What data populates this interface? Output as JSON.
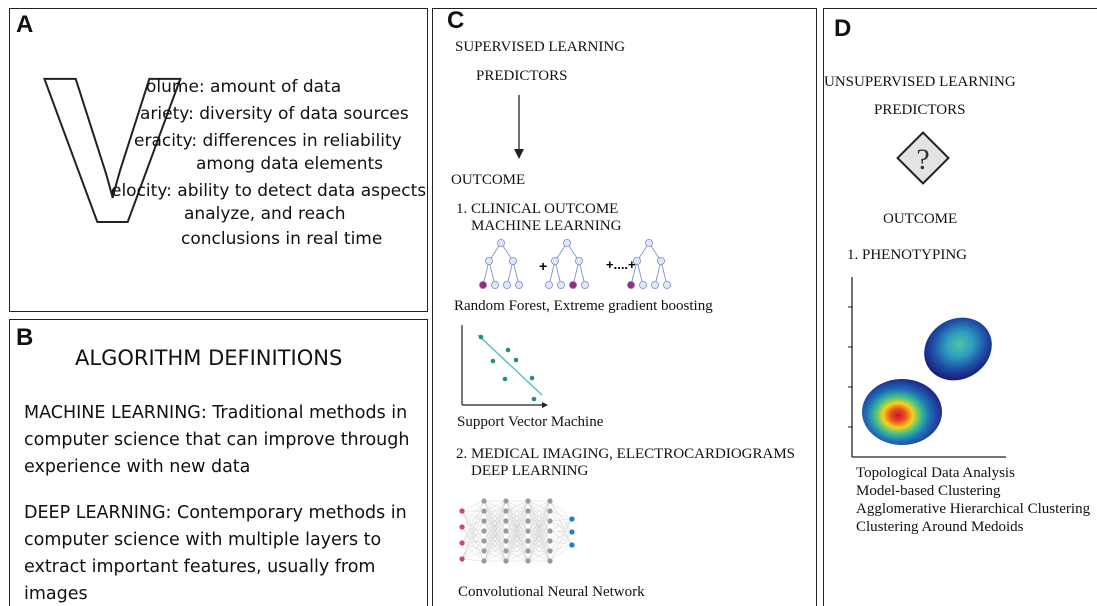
{
  "panel_a": {
    "letter": "A",
    "big_letter": "V",
    "lines": [
      "olume: amount of data",
      "ariety: diversity of data sources",
      "eracity: differences in reliability",
      "among data elements",
      "elocity: ability to detect data aspects,",
      "analyze, and reach",
      "conclusions in real time"
    ]
  },
  "panel_b": {
    "letter": "B",
    "title": "ALGORITHM DEFINITIONS",
    "ml_lines": [
      "MACHINE LEARNING: Traditional methods in",
      "computer science that can improve through",
      "experience with new data"
    ],
    "dl_lines": [
      "DEEP LEARNING: Contemporary methods in",
      "computer science with multiple layers to",
      "extract important features, usually from",
      "images"
    ]
  },
  "panel_c": {
    "letter": "C",
    "heading": "SUPERVISED LEARNING",
    "predictors": "PREDICTORS",
    "outcome": "OUTCOME",
    "item1_line1": "1. CLINICAL OUTCOME",
    "item1_line2": "MACHINE LEARNING",
    "tree_plus1": "+",
    "tree_plus2": "+....+",
    "forest_caption": "Random Forest, Extreme gradient boosting",
    "svm_caption": "Support Vector Machine",
    "item2_line1": "2. MEDICAL IMAGING, ELECTROCARDIOGRAMS",
    "item2_line2": "DEEP LEARNING",
    "cnn_caption": "Convolutional Neural Network"
  },
  "panel_d": {
    "letter": "D",
    "heading": "UNSUPERVISED LEARNING",
    "predictors": "PREDICTORS",
    "question_mark": "?",
    "outcome": "OUTCOME",
    "item1": "1. PHENOTYPING",
    "methods": [
      "Topological Data Analysis",
      "Model-based Clustering",
      "Agglomerative Hierarchical Clustering",
      "Clustering Around Medoids"
    ]
  },
  "colors": {
    "border": "#222222",
    "node_fill": "#dfe6f7",
    "node_stroke": "#7f93c9",
    "leaf_purple": "#9b2a7a",
    "svm_dots": "#1f8f80",
    "svm_line": "#4fb8c8",
    "cnn_input": "#d9435f",
    "cnn_output": "#1f7fc2",
    "cnn_hidden": "#9a9a9a",
    "diamond_fill": "#e3e3e3"
  }
}
